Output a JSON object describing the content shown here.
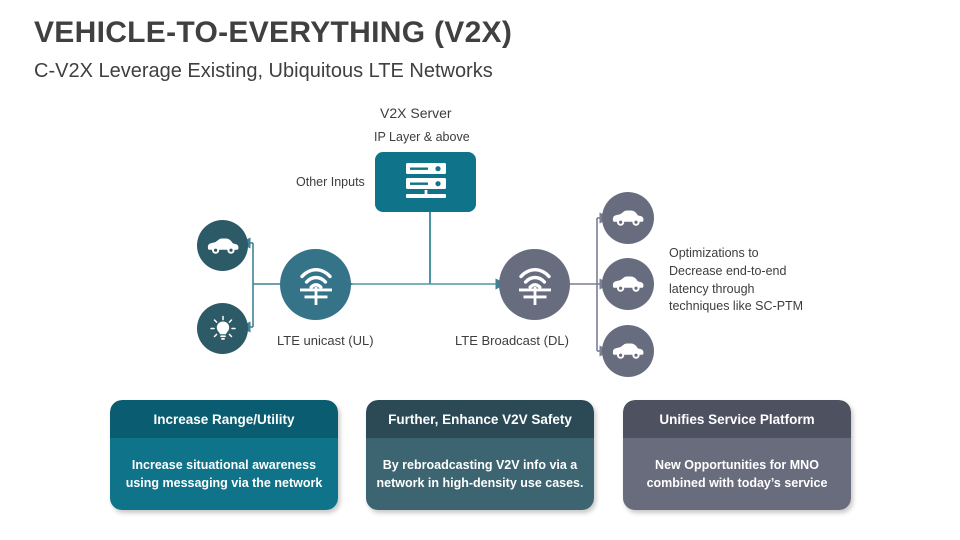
{
  "header": {
    "title": "VEHICLE-TO-EVERYTHING (V2X)",
    "subtitle": "C-V2X Leverage Existing, Ubiquitous LTE Networks"
  },
  "diagram": {
    "server": {
      "title": "V2X Server",
      "subtitle": "IP Layer & above",
      "other_inputs_label": "Other Inputs",
      "icon": "server-icon",
      "color": "#0f7389"
    },
    "unicast": {
      "label": "LTE unicast (UL)",
      "icon": "cell-tower-icon",
      "color": "#357389"
    },
    "broadcast": {
      "label": "LTE Broadcast (DL)",
      "icon": "cell-tower-icon",
      "color": "#686c7f"
    },
    "left_endpoints": [
      {
        "icon": "car-icon",
        "color": "#2d5a67"
      },
      {
        "icon": "lightbulb-icon",
        "color": "#2d5a67"
      }
    ],
    "right_endpoints": [
      {
        "icon": "car-icon",
        "color": "#686c7f"
      },
      {
        "icon": "car-icon",
        "color": "#686c7f"
      },
      {
        "icon": "car-icon",
        "color": "#686c7f"
      }
    ],
    "optimization_note": [
      "Optimizations to",
      "Decrease end-to-end",
      "latency through",
      "techniques like SC-PTM"
    ]
  },
  "cards": [
    {
      "title": "Increase Range/Utility",
      "body_line1": "Increase situational awareness",
      "body_line2": "using messaging via the network",
      "header_color": "#0a5c70",
      "body_color": "#0f7389"
    },
    {
      "title": "Further, Enhance V2V Safety",
      "body_line1": "By rebroadcasting V2V info via a",
      "body_line2": "network in high-density use cases.",
      "header_color": "#2c4a55",
      "body_color": "#3c6471"
    },
    {
      "title": "Unifies Service Platform",
      "body_line1": "New Opportunities for MNO",
      "body_line2": "combined with today’s service",
      "header_color": "#4e5160",
      "body_color": "#696c7d"
    }
  ]
}
